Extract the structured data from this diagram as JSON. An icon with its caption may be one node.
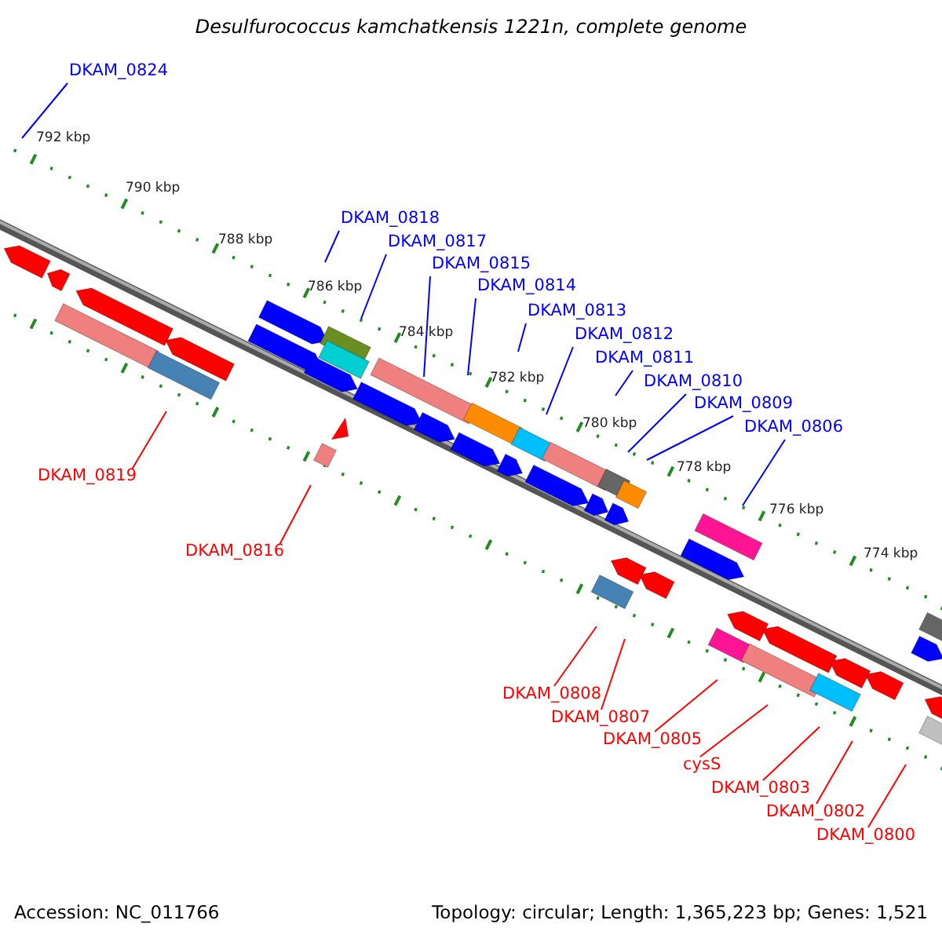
{
  "diagram": {
    "title": "Desulfurococcus kamchatkensis 1221n, complete genome",
    "nodes": [
      {
        "text": [
          "DKAM_0824"
        ]
      },
      {
        "text": [
          "DKAM_0818"
        ]
      },
      {
        "text": [
          "DKAM_0817"
        ]
      },
      {
        "text": [
          "DKAM_0815"
        ]
      },
      {
        "text": [
          "DKAM_0814"
        ]
      },
      {
        "text": [
          "DKAM_0813"
        ]
      },
      {
        "text": [
          "DKAM_0812"
        ]
      },
      {
        "text": [
          "DKAM_0811"
        ]
      },
      {
        "text": [
          "DKAM_0810"
        ]
      },
      {
        "text": [
          "DKAM_0809"
        ]
      },
      {
        "text": [
          "DKAM_0806"
        ]
      },
      {
        "text": [
          "DKAM_0819"
        ]
      },
      {
        "text": [
          "DKAM_0816"
        ]
      },
      {
        "text": [
          "DKAM_0808"
        ]
      },
      {
        "text": [
          "DKAM_0807"
        ]
      },
      {
        "text": [
          "DKAM_0805"
        ]
      },
      {
        "text": [
          "cysS"
        ]
      },
      {
        "text": [
          "DKAM_0803"
        ]
      },
      {
        "text": [
          "DKAM_0802"
        ]
      },
      {
        "text": [
          "DKAM_0800"
        ]
      }
    ],
    "edges": [
      {
        "from": 0,
        "to": null,
        "arrow": "none"
      },
      {
        "from": 1,
        "to": null,
        "arrow": "none"
      },
      {
        "from": 2,
        "to": null,
        "arrow": "none"
      },
      {
        "from": 3,
        "to": null,
        "arrow": "none"
      },
      {
        "from": 4,
        "to": null,
        "arrow": "none"
      },
      {
        "from": 5,
        "to": null,
        "arrow": "none"
      },
      {
        "from": 6,
        "to": null,
        "arrow": "none"
      },
      {
        "from": 7,
        "to": null,
        "arrow": "none"
      },
      {
        "from": 8,
        "to": null,
        "arrow": "none"
      },
      {
        "from": 9,
        "to": null,
        "arrow": "none"
      },
      {
        "from": 10,
        "to": null,
        "arrow": "none"
      },
      {
        "from": 11,
        "to": null,
        "arrow": "none",
        "color": "#ff0000"
      },
      {
        "from": 12,
        "to": null,
        "arrow": "none",
        "color": "#ff0000"
      },
      {
        "from": 13,
        "to": null,
        "arrow": "none",
        "color": "#ff0000"
      },
      {
        "from": 14,
        "to": null,
        "arrow": "none",
        "color": "#ff0000"
      },
      {
        "from": 15,
        "to": null,
        "arrow": "none",
        "color": "#ff0000"
      },
      {
        "from": 16,
        "to": null,
        "arrow": "none",
        "color": "#ff0000"
      },
      {
        "from": 17,
        "to": null,
        "arrow": "none",
        "color": "#ff0000"
      },
      {
        "from": 18,
        "to": null,
        "arrow": "none",
        "color": "#ff0000"
      },
      {
        "from": 19,
        "to": null,
        "arrow": "none",
        "color": "#ff0000"
      }
    ],
    "labels": [
      "792 kbp",
      "790 kbp",
      "788 kbp",
      "786 kbp",
      "784 kbp",
      "782 kbp",
      "780 kbp",
      "778 kbp",
      "776 kbp",
      "774 kbp",
      "Accession: NC_011766",
      "Topology: circular; Length: 1,365,223 bp; Genes: 1,521"
    ]
  }
}
